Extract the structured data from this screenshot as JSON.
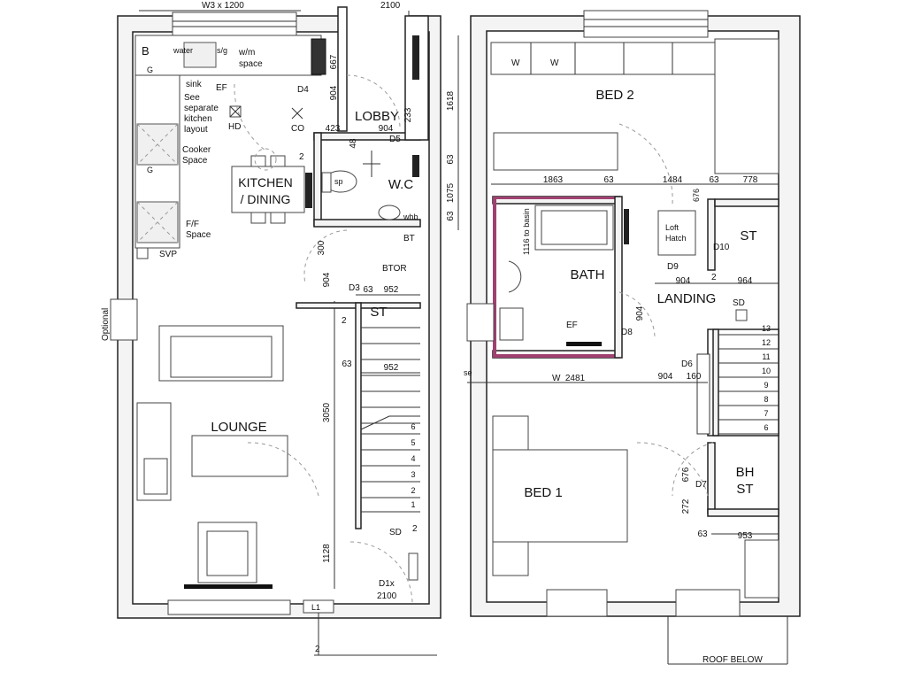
{
  "ground_floor": {
    "header_window": "W3 x 1200",
    "header_dim": "2100",
    "appliances": {
      "b": "B",
      "g1": "G",
      "g2": "G",
      "water": "water",
      "stg": "s/g",
      "wm": "w/m",
      "space": "space",
      "ef": "EF",
      "sink": "sink",
      "kitchen_note": [
        "See",
        "separate",
        "kitchen",
        "layout"
      ],
      "hd": "HD",
      "cooker": [
        "Cooker",
        "Space"
      ],
      "ff": [
        "F/F",
        "Space"
      ],
      "svp": "SVP",
      "co": "CO",
      "sp": "sp",
      "whb": "whb",
      "sd": "SD"
    },
    "rooms": {
      "kitchen": [
        "KITCHEN",
        "/ DINING"
      ],
      "lobby": "LOBBY",
      "wc": "W.C",
      "st": "ST",
      "lounge": "LOUNGE"
    },
    "labels": {
      "d4": "D4",
      "d5": "D5",
      "d3": "D3",
      "bt": "BT",
      "btor": "BTOR",
      "d1x": "D1x",
      "d1x_h": "2100",
      "optional": "Optional",
      "l1": "L1"
    },
    "dims": {
      "d667": "667",
      "d904a": "904",
      "d423": "423",
      "d904b": "904",
      "d233": "233",
      "d48": "48",
      "d1618": "1618",
      "d63a": "63",
      "d1075": "1075",
      "d63b": "63",
      "d300": "300",
      "d904c": "904",
      "d63c": "63",
      "d952a": "952",
      "d63d": "63",
      "d952b": "952",
      "d3050": "3050",
      "d1128": "1128",
      "d2a": "2",
      "d2b": "2",
      "d2c": "2",
      "d2d": "2"
    },
    "steps": [
      "6",
      "5",
      "4",
      "3",
      "2",
      "1"
    ]
  },
  "first_floor": {
    "rooms": {
      "bed2": "BED 2",
      "bed1": "BED 1",
      "bath": "BATH",
      "landing": "LANDING",
      "st": "ST",
      "bh": "BH",
      "bh_st": "ST"
    },
    "labels": {
      "w1": "W",
      "w2": "W",
      "ef": "EF",
      "sd": "SD",
      "loft": [
        "Loft",
        "Hatch"
      ],
      "d10": "D10",
      "d9": "D9",
      "d8": "D8",
      "d7": "D7",
      "d6": "D6",
      "w2481": "W",
      "roof": "ROOF BELOW",
      "basin": "1116 to basin",
      "se": "se"
    },
    "dims": {
      "d1863": "1863",
      "d63a": "63",
      "d1484": "1484",
      "d63b": "63",
      "d778": "778",
      "d676": "676",
      "d904a": "904",
      "d964": "964",
      "d904b": "904",
      "d2481": "2481",
      "d904c": "904",
      "d160": "160",
      "d676b": "676",
      "d272": "272",
      "d63c": "63",
      "d953": "953",
      "d2": "2"
    },
    "steps": [
      "13",
      "12",
      "11",
      "10",
      "9",
      "8",
      "7",
      "6"
    ]
  }
}
